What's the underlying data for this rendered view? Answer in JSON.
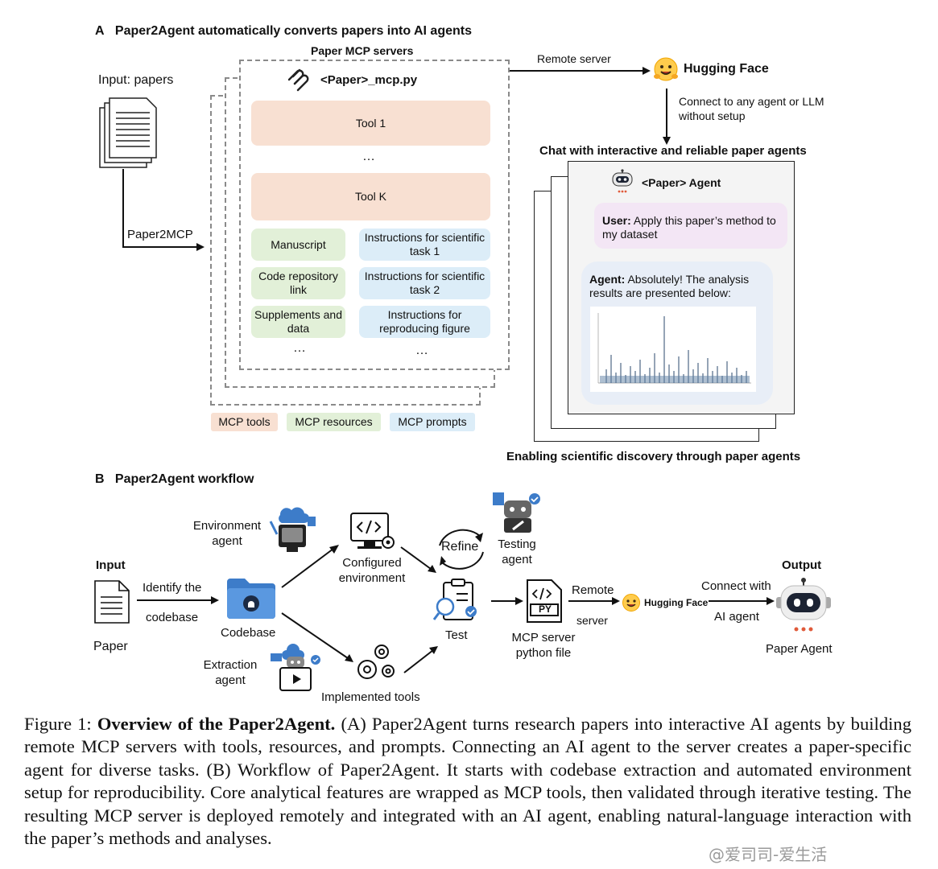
{
  "panel_a": {
    "letter": "A",
    "title": "Paper2Agent automatically converts papers into AI agents",
    "input_label": "Input: papers",
    "arrow_label": "Paper2MCP",
    "servers_title": "Paper MCP servers",
    "mcp_file": "<Paper>_mcp.py",
    "tool1": "Tool 1",
    "ellipsis": "…",
    "toolk": "Tool K",
    "resources": [
      "Manuscript",
      "Code repository link",
      "Supplements and data"
    ],
    "prompts": [
      "Instructions for scientific task 1",
      "Instructions for scientific task 2",
      "Instructions for reproducing figure"
    ],
    "legend": [
      "MCP tools",
      "MCP resources",
      "MCP prompts"
    ],
    "remote_server": "Remote server",
    "hugging_face": "Hugging Face",
    "connect_text": "Connect to any agent or LLM without setup",
    "chat_title": "Chat with interactive and reliable paper agents",
    "agent_name": "<Paper> Agent",
    "user_label": "User:",
    "user_msg": "Apply this paper’s method to my dataset",
    "agent_label": "Agent:",
    "agent_msg": "Absolutely! The analysis results are presented below:",
    "enabling": "Enabling scientific discovery through paper agents"
  },
  "panel_b": {
    "letter": "B",
    "title": "Paper2Agent workflow",
    "input": "Input",
    "paper": "Paper",
    "identify1": "Identify the",
    "identify2": "codebase",
    "codebase": "Codebase",
    "env_agent": "Environment agent",
    "configured": "Configured environment",
    "extraction_agent": "Extraction agent",
    "implemented": "Implemented tools",
    "refine": "Refine",
    "test": "Test",
    "testing_agent": "Testing agent",
    "mcp_file": "MCP server python file",
    "py": "PY",
    "remote1": "Remote",
    "remote2": "server",
    "hugging_face": "Hugging Face",
    "connect1": "Connect with",
    "connect2": "AI agent",
    "output": "Output",
    "paper_agent": "Paper Agent"
  },
  "caption": {
    "prefix": "Figure 1:",
    "bold": "Overview of the Paper2Agent.",
    "text": "(A) Paper2Agent turns research papers into interactive AI agents by building remote MCP servers with tools, resources, and prompts. Connecting an AI agent to the server creates a paper-specific agent for diverse tasks. (B) Workflow of Paper2Agent. It starts with codebase extraction and automated environment setup for reproducibility. Core analytical features are wrapped as MCP tools, then validated through iterative testing. The resulting MCP server is deployed remotely and integrated with an AI agent, enabling natural-language interaction with the paper’s methods and analyses."
  },
  "watermark": "@爱司司-爱生活",
  "colors": {
    "tools": "#f8e0d2",
    "resources": "#e2f0d8",
    "prompts": "#dcedf8",
    "user_bubble": "#f3e6f5",
    "agent_bubble": "#e8eef7",
    "icon_blue": "#3d7cc9",
    "hf_yellow": "#ffcc4d"
  }
}
